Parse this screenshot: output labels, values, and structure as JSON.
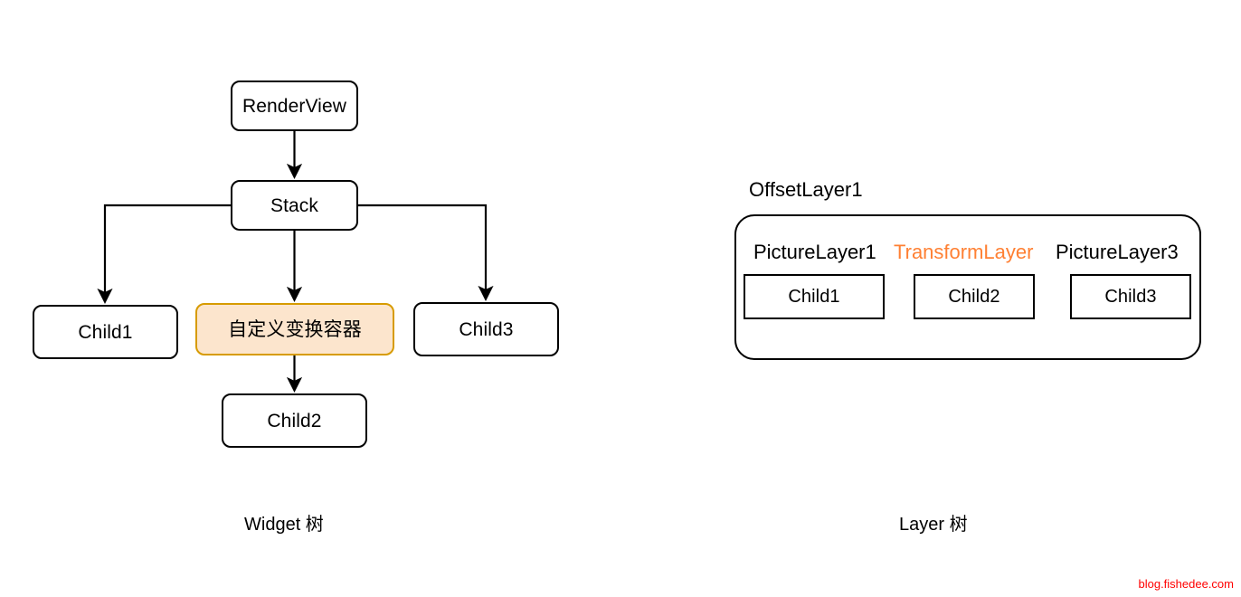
{
  "diagram": {
    "background": "#ffffff",
    "stroke": "#000000",
    "accent_color": "#ff8033",
    "highlight_fill": "#fce5cd",
    "highlight_border": "#d79b00",
    "watermark_color": "#ff0000"
  },
  "widget_tree": {
    "caption": "Widget 树",
    "nodes": {
      "render_view": "RenderView",
      "stack": "Stack",
      "child1": "Child1",
      "custom_transform_container": "自定义变换容器",
      "child3": "Child3",
      "child2": "Child2"
    }
  },
  "layer_tree": {
    "caption": "Layer 树",
    "root_label": "OffsetLayer1",
    "layers": [
      {
        "label": "PictureLayer1",
        "accent": false,
        "child": "Child1"
      },
      {
        "label": "TransformLayer",
        "accent": true,
        "child": "Child2"
      },
      {
        "label": "PictureLayer3",
        "accent": false,
        "child": "Child3"
      }
    ]
  },
  "watermark": "blog.fishedee.com"
}
